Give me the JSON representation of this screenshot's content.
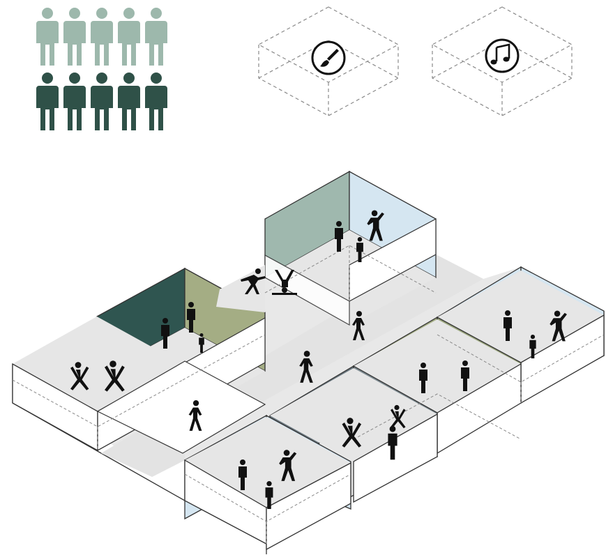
{
  "colors": {
    "people_light": "#9db8ac",
    "people_dark": "#2f5148",
    "floor": "#e6e6e6",
    "wall_white": "#ffffff",
    "outline": "#333333",
    "dashed": "#888888",
    "figure": "#111111",
    "glass_blue": "#d5e6f1",
    "glass_sage": "#9fb8ae",
    "olive": "#a4ad84",
    "teal_dark": "#2f5550",
    "slate": "#6b7880",
    "slate_light": "#7d8a90"
  },
  "legend": {
    "people_rows": [
      {
        "tone": "light",
        "count": 5
      },
      {
        "tone": "dark",
        "count": 5
      }
    ],
    "icons": [
      {
        "name": "paintbrush-icon"
      },
      {
        "name": "music-note-icon"
      }
    ]
  },
  "rooms": [
    {
      "name": "room-top-blue"
    },
    {
      "name": "room-left-olive"
    },
    {
      "name": "room-left-open"
    },
    {
      "name": "room-right-blue"
    },
    {
      "name": "room-right-olive"
    },
    {
      "name": "room-front-slate"
    },
    {
      "name": "room-front-blue"
    }
  ],
  "figures": [
    {
      "pose": "stand"
    },
    {
      "pose": "wave"
    },
    {
      "pose": "jump"
    },
    {
      "pose": "walk"
    },
    {
      "pose": "dance"
    },
    {
      "pose": "handstand"
    },
    {
      "pose": "stacked"
    }
  ]
}
